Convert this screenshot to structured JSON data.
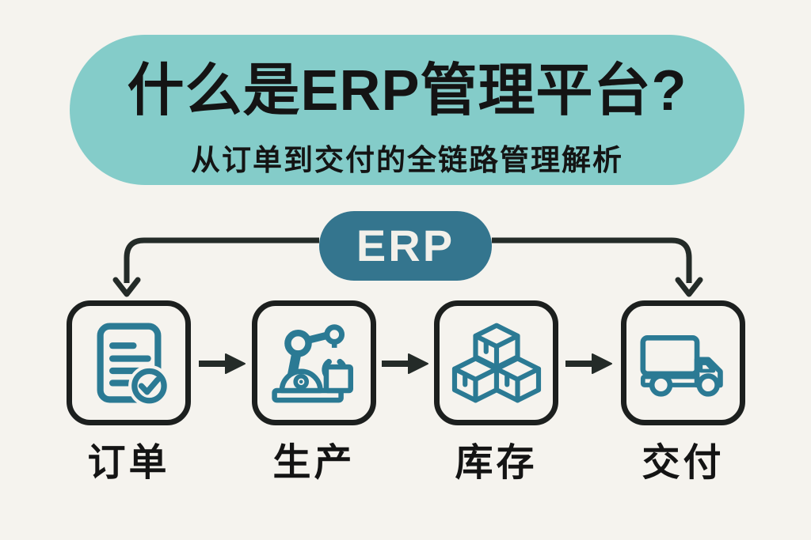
{
  "page": {
    "background_color": "#f5f3ee"
  },
  "header_banner": {
    "title": "什么是ERP管理平台?",
    "subtitle": "从订单到交付的全链路管理解析",
    "background_color": "#84ccc9",
    "text_color": "#141414"
  },
  "erp_badge": {
    "label": "ERP",
    "background_color": "#34758e",
    "text_color": "#f2f0ea"
  },
  "flow": {
    "connector_color": "#242b28",
    "box_border_color": "#1c1f1e",
    "icon_color": "#2b7a94",
    "steps": [
      {
        "label": "订单",
        "icon": "order-document-check-icon"
      },
      {
        "label": "生产",
        "icon": "production-robot-arm-icon"
      },
      {
        "label": "库存",
        "icon": "inventory-stacked-boxes-icon"
      },
      {
        "label": "交付",
        "icon": "delivery-truck-icon"
      }
    ]
  }
}
